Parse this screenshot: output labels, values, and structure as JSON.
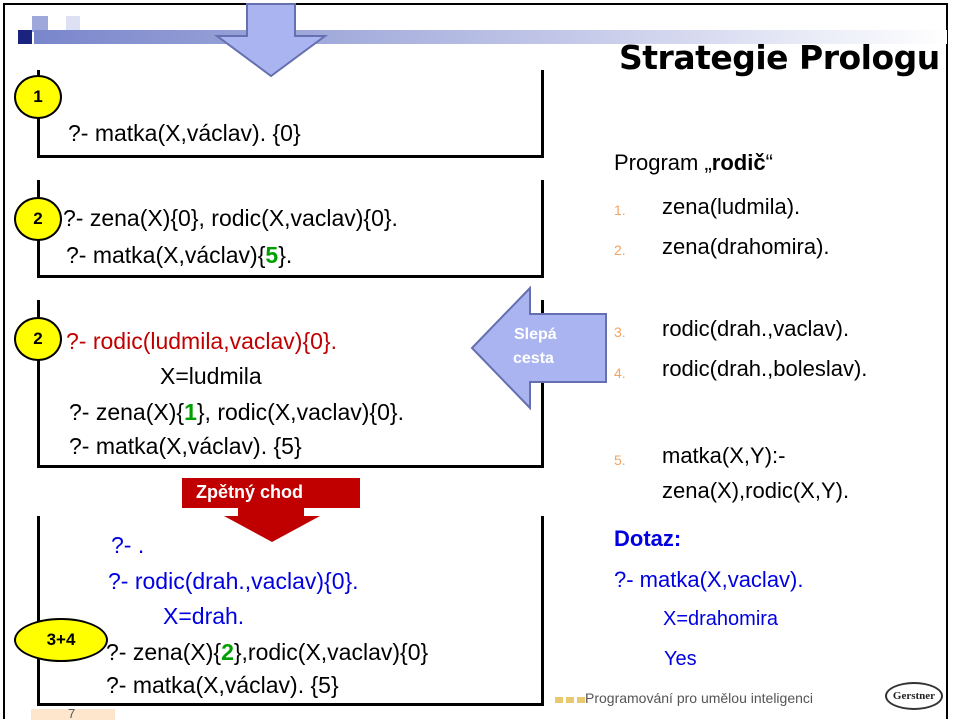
{
  "slide": {
    "title": "Strategie Prologu",
    "page_number": "7",
    "footer": "Programování pro umělou inteligenci",
    "logo": "Gerstner"
  },
  "boxes": {
    "b1": {
      "badge": "1",
      "lines": [
        "?- matka(X,václav). {0}"
      ]
    },
    "b2": {
      "badge": "2",
      "line1": "?- zena(X){0}, rodic(X,vaclav){0}.",
      "line2_pre": "?- matka(X,václav){",
      "line2_num": "5",
      "line2_post": "}."
    },
    "b3": {
      "badge": "2",
      "line1": "?- rodic(ludmila,vaclav){0}.",
      "line2": "X=ludmila",
      "line3_pre": "?- zena(X){",
      "line3_num": "1",
      "line3_post": "}, rodic(X,vaclav){0}.",
      "line4": "?- matka(X,václav). {5}"
    },
    "b4": {
      "badge": "3+4",
      "line1": "?- .",
      "line2": "?- rodic(drah.,vaclav){0}.",
      "line3": "X=drah.",
      "line4_pre": "?- zena(X){",
      "line4_num": "2",
      "line4_post": "},rodic(X,vaclav){0}",
      "line5": "?- matka(X,václav). {5}"
    }
  },
  "labels": {
    "dead_end_1": "Slepá",
    "dead_end_2": "cesta",
    "backtrack": "Zpětný chod"
  },
  "program": {
    "heading_pre": "Program „",
    "heading_bold": "rodič",
    "heading_post": "“",
    "rules": [
      {
        "num": "1.",
        "text": "zena(ludmila)."
      },
      {
        "num": "2.",
        "text": "zena(drahomira)."
      },
      {
        "num": "3.",
        "text": "rodic(drah.,vaclav)."
      },
      {
        "num": "4.",
        "text": "rodic(drah.,boleslav)."
      },
      {
        "num": "5.",
        "text": "matka(X,Y):-",
        "text2": "zena(X),rodic(X,Y)."
      }
    ]
  },
  "query": {
    "heading": "Dotaz:",
    "text": "?- matka(X,vaclav).",
    "answer1": "X=drahomira",
    "answer2": "Yes"
  },
  "colors": {
    "red": "#c00000",
    "blue": "#0000e0",
    "green": "#00a000",
    "badge": "#ffff00",
    "arrow_blue": "#aab4f0",
    "arrow_red": "#c00000",
    "rule_number": "#f4a460"
  }
}
